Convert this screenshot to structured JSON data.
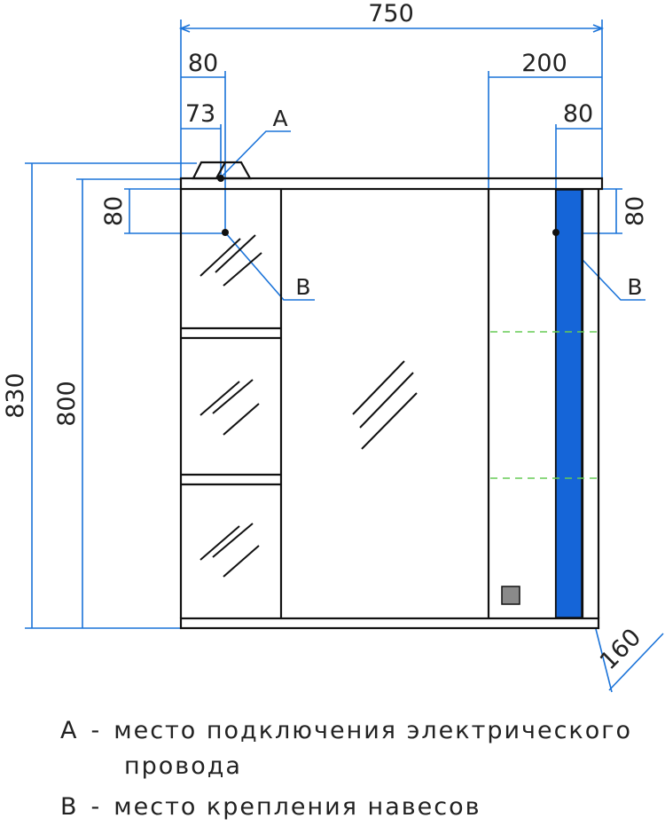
{
  "dimensions": {
    "overall_width": "750",
    "left_offset_80": "80",
    "left_offset_73": "73",
    "right_section_200": "200",
    "right_offset_80": "80",
    "height_830": "830",
    "height_800": "800",
    "left_mount_80": "80",
    "right_mount_80": "80",
    "depth_160": "160"
  },
  "callouts": {
    "a": "A",
    "b_left": "B",
    "b_right": "B"
  },
  "legend": {
    "a_letter": "A",
    "dash": "-",
    "a_text_line1": "место подключения электрического",
    "a_text_line2": "провода",
    "b_letter": "B",
    "b_text": "место крепления навесов"
  },
  "colors": {
    "dimension_line": "#1a73d9",
    "outline": "#111111",
    "accent_panel": "#1565d8",
    "shelf_line": "#66cc55",
    "switch": "#8a8a8a"
  }
}
